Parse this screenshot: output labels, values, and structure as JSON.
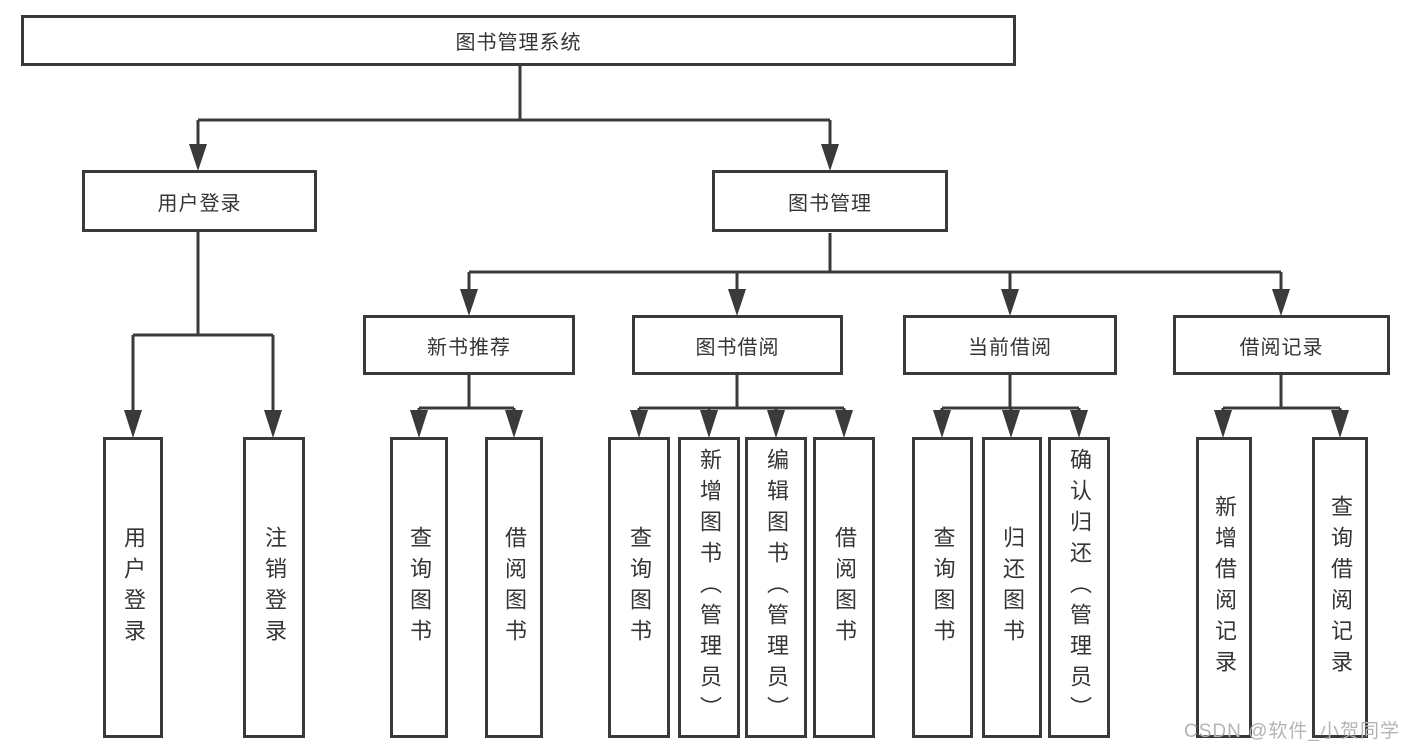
{
  "root": {
    "label": "图书管理系统"
  },
  "branches": [
    {
      "label": "用户登录",
      "children": [
        "用户登录",
        "注销登录"
      ]
    },
    {
      "label": "图书管理",
      "groups": [
        {
          "label": "新书推荐",
          "children": [
            "查询图书",
            "借阅图书"
          ]
        },
        {
          "label": "图书借阅",
          "children": [
            "查询图书",
            "新增图书（管理员）",
            "编辑图书（管理员）",
            "借阅图书"
          ]
        },
        {
          "label": "当前借阅",
          "children": [
            "查询图书",
            "归还图书",
            "确认归还（管理员）"
          ]
        },
        {
          "label": "借阅记录",
          "children": [
            "新增借阅记录",
            "查询借阅记录"
          ]
        }
      ]
    }
  ],
  "watermark": {
    "text": "CSDN @软件_小贺同学"
  },
  "colors": {
    "line": "#3a3a3a",
    "text": "#353535",
    "watermark": "#b4b4b4",
    "background": "#ffffff"
  }
}
